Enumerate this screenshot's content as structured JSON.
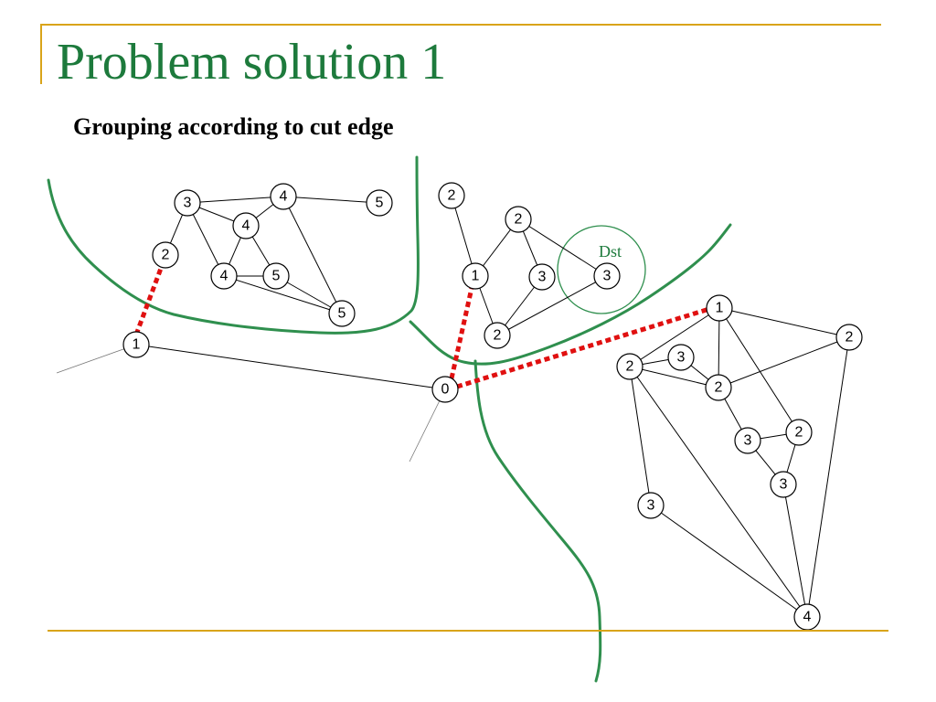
{
  "slide": {
    "title": "Problem solution 1",
    "subtitle": "Grouping according to cut edge"
  },
  "colors": {
    "title": "#1d7a3c",
    "accent_line": "#d9a41a",
    "boundary": "#2f8f4e",
    "cut_edge": "#e01010"
  },
  "diagram": {
    "dst_label": "Dst",
    "nodes": [
      {
        "id": "n0",
        "label": "0"
      },
      {
        "id": "nL1",
        "label": "1"
      },
      {
        "id": "nL2",
        "label": "2"
      },
      {
        "id": "nL3",
        "label": "3"
      },
      {
        "id": "nL4a",
        "label": "4"
      },
      {
        "id": "nL5a",
        "label": "5"
      },
      {
        "id": "nL4b",
        "label": "4"
      },
      {
        "id": "nL4c",
        "label": "4"
      },
      {
        "id": "nL5b",
        "label": "5"
      },
      {
        "id": "nL5c",
        "label": "5"
      },
      {
        "id": "nM2a",
        "label": "2"
      },
      {
        "id": "nM2b",
        "label": "2"
      },
      {
        "id": "nM1",
        "label": "1"
      },
      {
        "id": "nM3a",
        "label": "3"
      },
      {
        "id": "nM3b",
        "label": "3"
      },
      {
        "id": "nM2c",
        "label": "2"
      },
      {
        "id": "nR1",
        "label": "1"
      },
      {
        "id": "nR2a",
        "label": "2"
      },
      {
        "id": "nR2b",
        "label": "2"
      },
      {
        "id": "nR3a",
        "label": "3"
      },
      {
        "id": "nR2c",
        "label": "2"
      },
      {
        "id": "nR3b",
        "label": "3"
      },
      {
        "id": "nR2d",
        "label": "2"
      },
      {
        "id": "nR3c",
        "label": "3"
      },
      {
        "id": "nR3d",
        "label": "3"
      },
      {
        "id": "nR4",
        "label": "4"
      }
    ]
  }
}
